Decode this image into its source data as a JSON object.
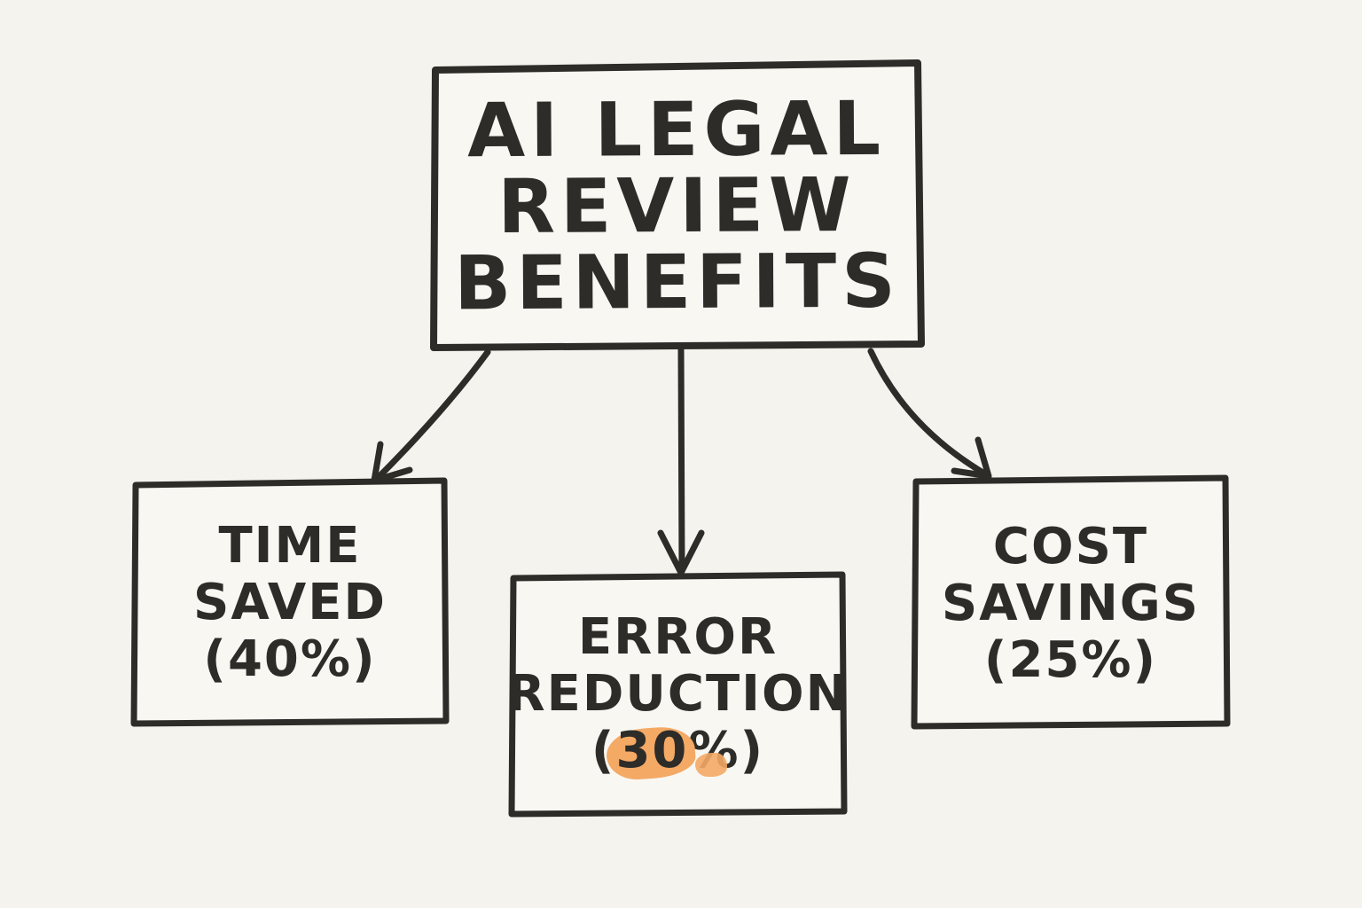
{
  "canvas": {
    "background_color": "#f4f3ed",
    "ink_color": "#2d2c29",
    "box_fill_color": "#f8f7f2",
    "highlight_color": "#f4a965"
  },
  "title_node": {
    "lines": [
      "AI LEGAL",
      "REVIEW",
      "BENEFITS"
    ]
  },
  "nodes": {
    "time_saved": {
      "lines": [
        "TIME",
        "SAVED"
      ],
      "value_open": "(",
      "value_number": "40",
      "value_close": "%)",
      "value_highlighted": false
    },
    "error_reduction": {
      "lines": [
        "ERROR",
        "REDUCTION"
      ],
      "value_open": "(",
      "value_number": "30",
      "value_close": "%)",
      "value_highlighted": true
    },
    "cost_savings": {
      "lines": [
        "COST",
        "SAVINGS"
      ],
      "value_open": "(",
      "value_number": "25",
      "value_close": "%)",
      "value_highlighted": false
    }
  }
}
